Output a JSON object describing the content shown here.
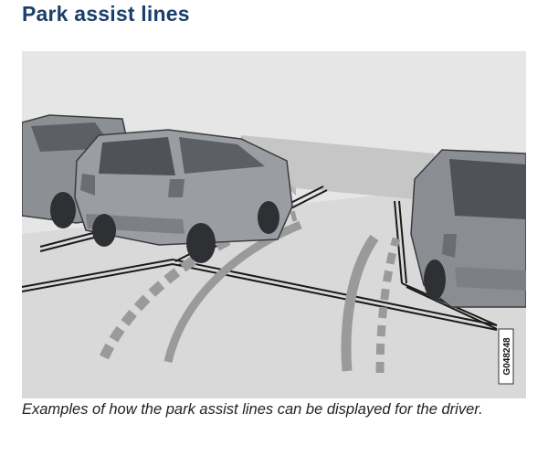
{
  "page": {
    "title": "Park assist lines"
  },
  "figure": {
    "code": "G048248",
    "colors": {
      "background": "#e4e4e4",
      "ground": "#d6d6d6",
      "wall": "#c9c9c9",
      "car_body": "#8e9195",
      "car_dark": "#5a5d62",
      "guide_line": "#9a9a9a",
      "parking_line": "#1a1a1a"
    }
  },
  "caption": {
    "text": "Examples of how the park assist lines can be displayed for the driver."
  }
}
